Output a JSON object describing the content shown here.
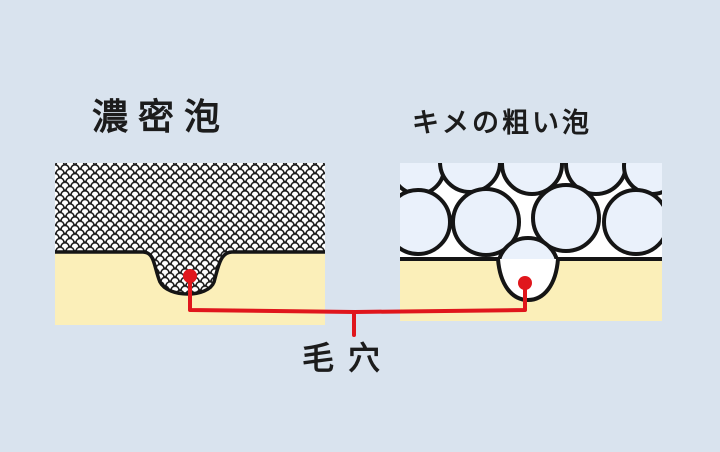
{
  "labels": {
    "dense_foam": "濃密泡",
    "coarse_foam": "キメの粗い泡",
    "pore": "毛穴"
  },
  "colors": {
    "background": "#d9e3ee",
    "skin": "#fbefb9",
    "bubble_fill": "#eaf1fb",
    "outline": "#151515",
    "pointer": "#e0161c"
  },
  "diagram": {
    "left_panel": "dense-foam-panel",
    "right_panel": "coarse-foam-panel"
  }
}
